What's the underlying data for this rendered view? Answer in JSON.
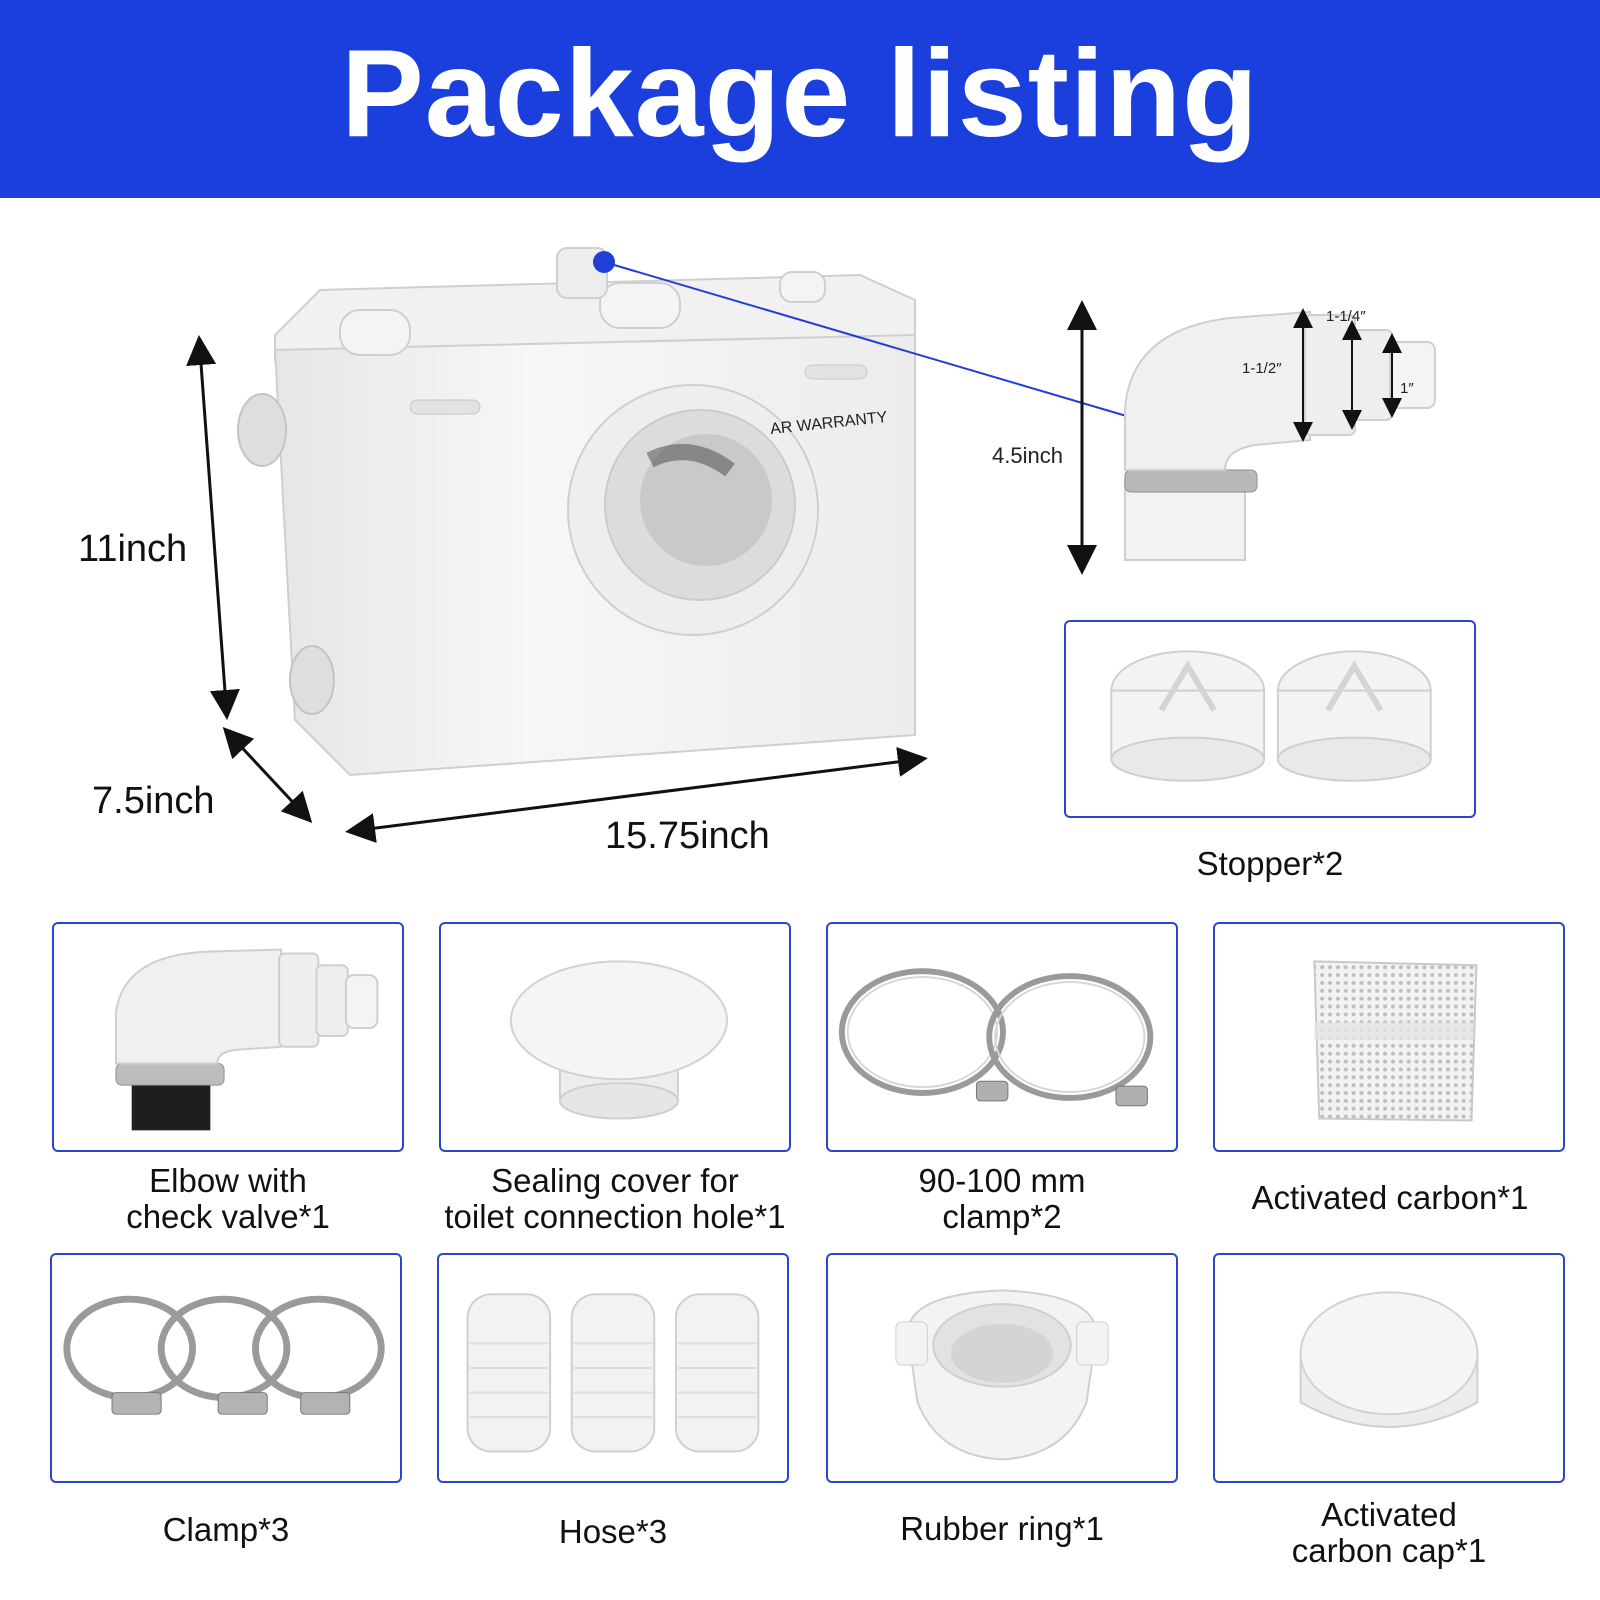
{
  "header": {
    "title": "Package listing"
  },
  "pump": {
    "warranty_text": "AR WARRANTY",
    "dims": {
      "height": "11inch",
      "depth": "7.5inch",
      "width": "15.75inch"
    }
  },
  "elbow_top": {
    "height": "4.5inch",
    "sizes": {
      "a": "1-1/4″",
      "b": "1-1/2″",
      "c": "1″"
    }
  },
  "items": {
    "stopper": "Stopper*2",
    "elbow_line1": "Elbow with",
    "elbow_line2": "check valve*1",
    "sealing_line1": "Sealing cover for",
    "sealing_line2": "toilet connection hole*1",
    "clamp90_line1": "90-100 mm",
    "clamp90_line2": "clamp*2",
    "carbon": "Activated carbon*1",
    "clamp3": "Clamp*3",
    "hose3": "Hose*3",
    "rubber_ring": "Rubber ring*1",
    "carbon_cap_line1": "Activated",
    "carbon_cap_line2": "carbon cap*1"
  },
  "colors": {
    "banner": "#1a3fdc",
    "frame": "#2b47c9",
    "pointer": "#1f3fd6"
  }
}
